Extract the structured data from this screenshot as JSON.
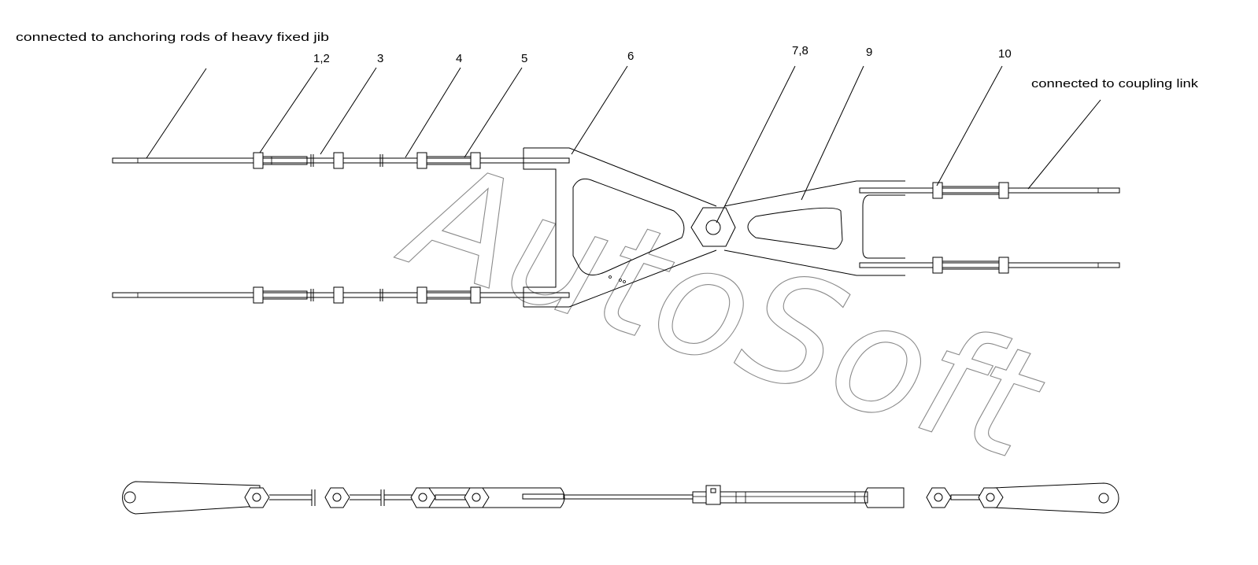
{
  "labels": {
    "left_note": "connected to anchoring rods of heavy fixed jib",
    "right_note": "connected to coupling link",
    "p12": "1,2",
    "p3": "3",
    "p4": "4",
    "p5": "5",
    "p6": "6",
    "p78": "7,8",
    "p9": "9",
    "p10": "10"
  },
  "watermark": "AutoSoft"
}
